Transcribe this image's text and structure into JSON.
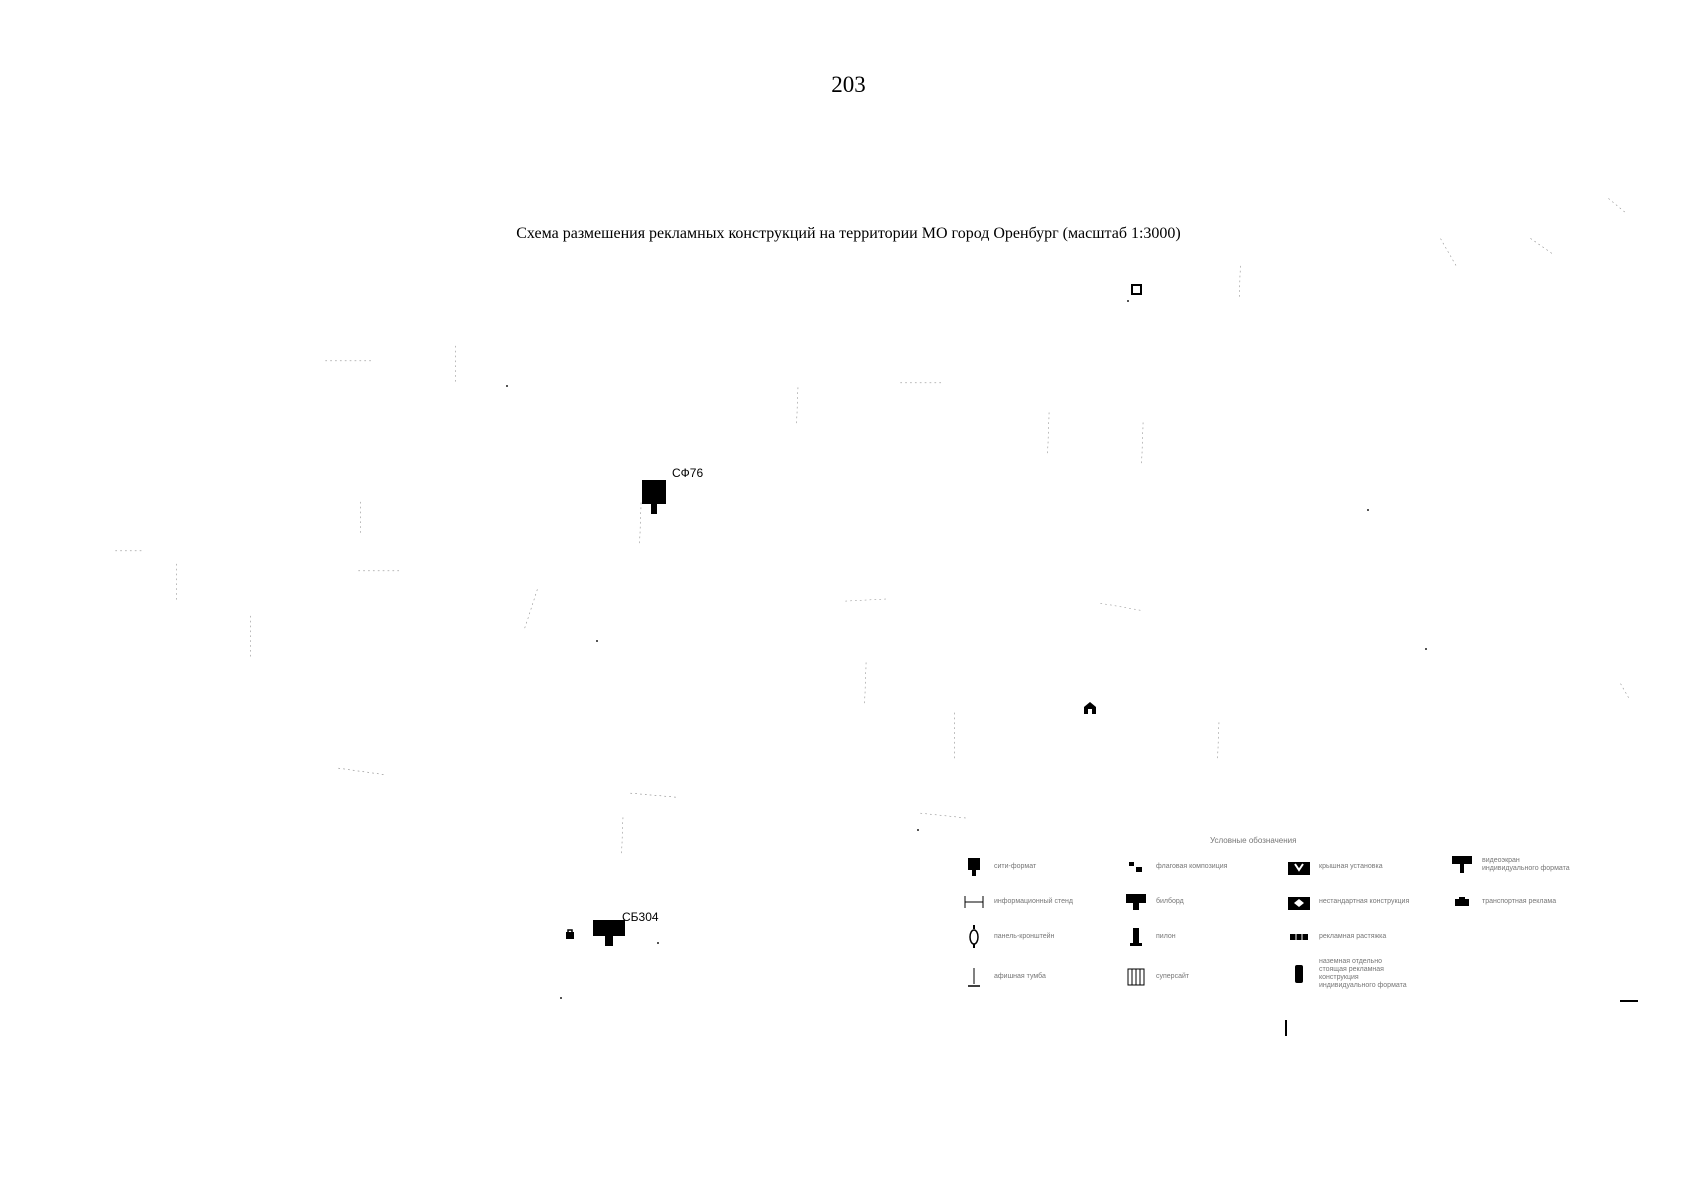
{
  "page_number": "203",
  "title": "Схема размешения рекламных конструкций на территории МО город Оренбург (масштаб 1:3000)",
  "markers": [
    {
      "id": "sf76",
      "label": "СФ76"
    },
    {
      "id": "sb304",
      "label": "СБ304"
    }
  ],
  "legend": {
    "title": "Условные обозначения",
    "items": [
      {
        "icon": "city-format-icon",
        "label": "сити-формат"
      },
      {
        "icon": "flag-composition-icon",
        "label": "флаговая композиция"
      },
      {
        "icon": "roof-installation-icon",
        "label": "крышная установка"
      },
      {
        "icon": "video-screen-icon",
        "label": "видеоэкран\nиндивидуального формата"
      },
      {
        "icon": "info-stand-icon",
        "label": "информационный стенд"
      },
      {
        "icon": "billboard-icon",
        "label": "билборд"
      },
      {
        "icon": "nonstandard-construction-icon",
        "label": "нестандартная конструкция"
      },
      {
        "icon": "transport-ad-icon",
        "label": "транспортная реклама"
      },
      {
        "icon": "bracket-panel-icon",
        "label": "панель-кронштейн"
      },
      {
        "icon": "pylon-icon",
        "label": "пилон"
      },
      {
        "icon": "stretch-icon",
        "label": "рекламная растяжка"
      },
      {
        "icon": "ground-individual-icon",
        "label": "наземная отдельно\nстоящая рекламная\nконструкция\nиндивидуального формата"
      },
      {
        "icon": "afisha-stand-icon",
        "label": "афишная тумба"
      },
      {
        "icon": "superside-icon",
        "label": "суперсайт"
      }
    ]
  },
  "colors": {
    "ink": "#000000",
    "street_text": "#8a8a8a",
    "legend_text": "#777777"
  }
}
